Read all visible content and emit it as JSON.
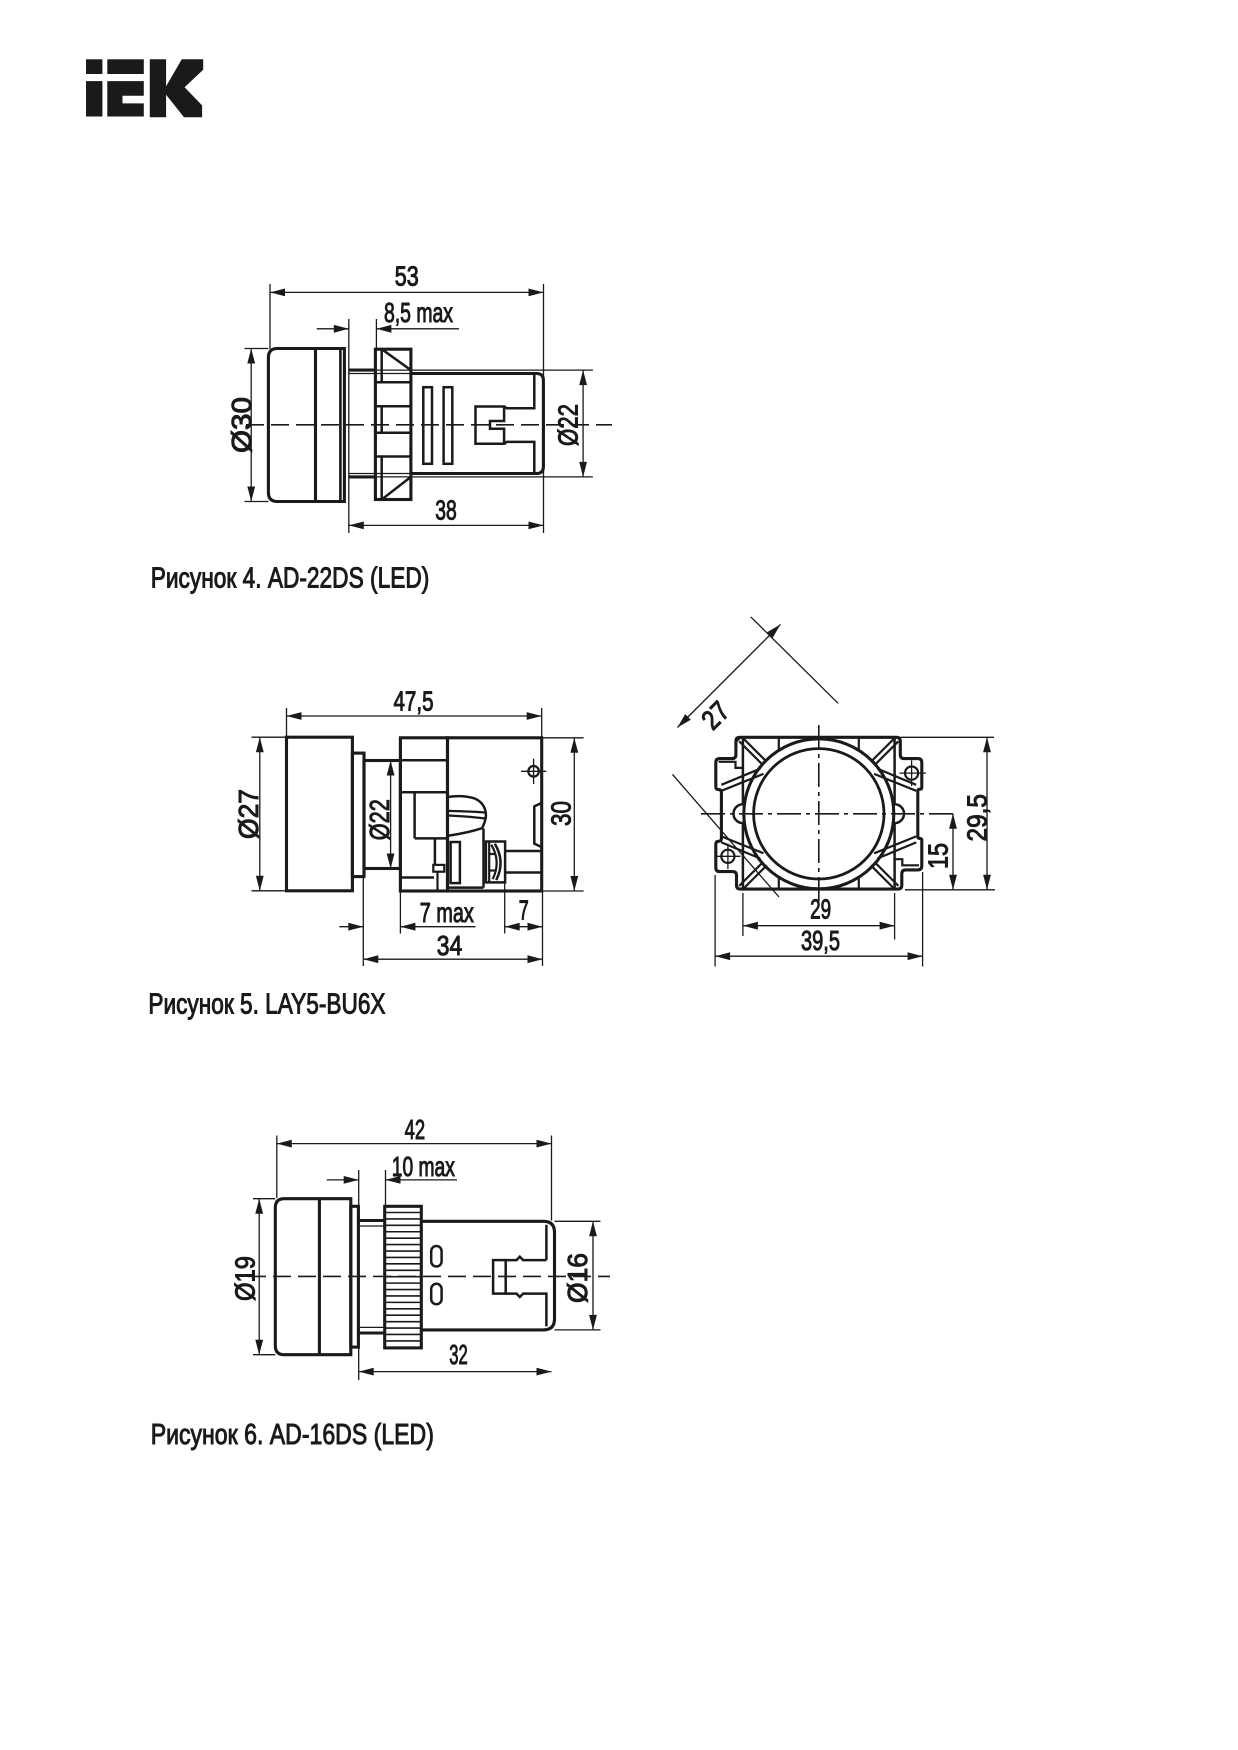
{
  "page": {
    "background": "#ffffff",
    "ink": "#1a1a1a",
    "kind": "technical datasheet drawings"
  },
  "brand": {
    "logo_text": "IEK"
  },
  "figures": [
    {
      "id": "ad-22ds",
      "caption": "Рисунок 4. AD-22DS (LED)",
      "labels": {
        "width_total": "53",
        "panel_max": "8,5 max",
        "lens_dia": "Ø30",
        "body_dia": "Ø22",
        "body_len": "38"
      }
    },
    {
      "id": "lay5-bu6x",
      "caption": "Рисунок 5. LAY5-BU6X",
      "labels": {
        "width_total": "47,5",
        "cap_dia": "Ø27",
        "thread_dia": "Ø22",
        "height": "30",
        "panel_max": "7 max",
        "terminal_depth": "7",
        "body_len": "34",
        "cap_diag": "27",
        "hole_span": "29",
        "width_overall": "39,5",
        "lug_offset": "15",
        "height_overall": "29,5"
      }
    },
    {
      "id": "ad-16ds",
      "caption": "Рисунок 6. AD-16DS (LED)",
      "labels": {
        "width_total": "42",
        "panel_max": "10 max",
        "lens_dia": "Ø19",
        "body_dia": "Ø16",
        "body_len": "32"
      }
    }
  ]
}
